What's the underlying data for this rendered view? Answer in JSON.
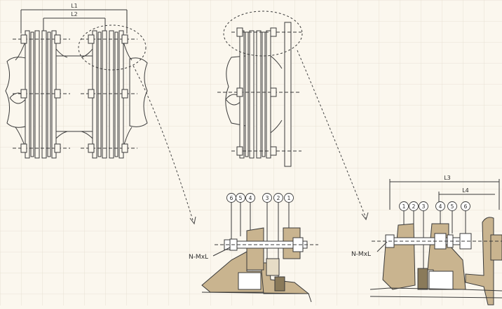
{
  "dimensions": {
    "l1": "L1",
    "l2": "L2",
    "l3": "L3",
    "l4": "L4"
  },
  "bolt_label_left": "N-MxL",
  "bolt_label_right": "N-MxL",
  "callouts_left": [
    "6",
    "5",
    "4",
    "3",
    "2",
    "1"
  ],
  "callouts_right": [
    "1",
    "2",
    "3",
    "4",
    "5",
    "6"
  ],
  "colors": {
    "background": "#fbf7ee",
    "grid": "#e3dccd",
    "line": "#3a3a3a",
    "dash": "#444444",
    "part_tan": "#c9b48f",
    "part_light": "#e6dcc6",
    "part_white": "#ffffff"
  }
}
